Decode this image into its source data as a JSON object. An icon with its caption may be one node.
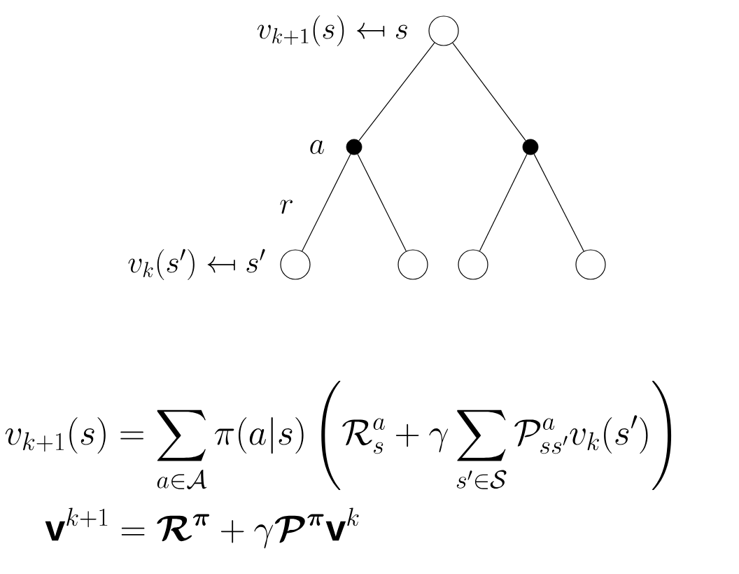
{
  "diagram": {
    "nodes": [
      {
        "text": [],
        "shape": "circle",
        "beside": [
          "v_{k+1}(s) \\mapsfrom s"
        ]
      },
      {
        "text": [],
        "shape": "dot",
        "beside": [
          "a"
        ]
      },
      {
        "text": [],
        "shape": "dot"
      },
      {
        "text": [],
        "shape": "circle",
        "beside": [
          "v_k(s') \\mapsfrom s'"
        ]
      },
      {
        "text": [],
        "shape": "circle"
      },
      {
        "text": [],
        "shape": "circle"
      },
      {
        "text": [],
        "shape": "circle"
      }
    ],
    "edges": [
      {
        "from": 0,
        "to": 1,
        "arrow": "none"
      },
      {
        "from": 0,
        "to": 2,
        "arrow": "none"
      },
      {
        "from": 1,
        "to": 3,
        "arrow": "none",
        "label": "r"
      },
      {
        "from": 1,
        "to": 4,
        "arrow": "none"
      },
      {
        "from": 2,
        "to": 5,
        "arrow": "none"
      },
      {
        "from": 2,
        "to": 6,
        "arrow": "none"
      }
    ],
    "labels": [
      "v_{k+1}(s) = \\sum_{a\\in\\mathcal{A}} \\pi(a|s) \\left( \\mathcal{R}^a_s + \\gamma \\sum_{s'\\in\\mathcal{S}} \\mathcal{P}^a_{ss'} v_k(s') \\right)",
      "\\mathbf{v}^{k+1} = \\bm{\\mathcal{R}}^{\\bm{\\pi}} + \\gamma \\bm{\\mathcal{P}}^{\\bm{\\pi}} \\mathbf{v}^k"
    ]
  }
}
